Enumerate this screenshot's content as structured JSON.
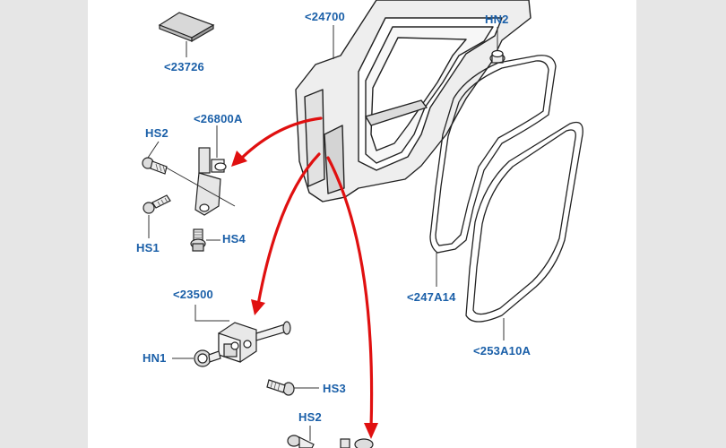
{
  "callouts": {
    "p23726": "<23726",
    "p24700": "<24700",
    "hn2_top": "HN2",
    "p26800a": "<26800A",
    "hs2_top": "HS2",
    "hs1": "HS1",
    "hs4": "HS4",
    "p247a14": "<247A14",
    "p253a10a": "<253A10A",
    "p23500": "<23500",
    "hn1": "HN1",
    "hs3": "HS3",
    "hs2_bottom": "HS2"
  },
  "colors": {
    "label_blue": "#1a5fa8",
    "arrow_red": "#e01010",
    "line_gray": "#333333",
    "margin_gray": "#e6e6e6"
  }
}
